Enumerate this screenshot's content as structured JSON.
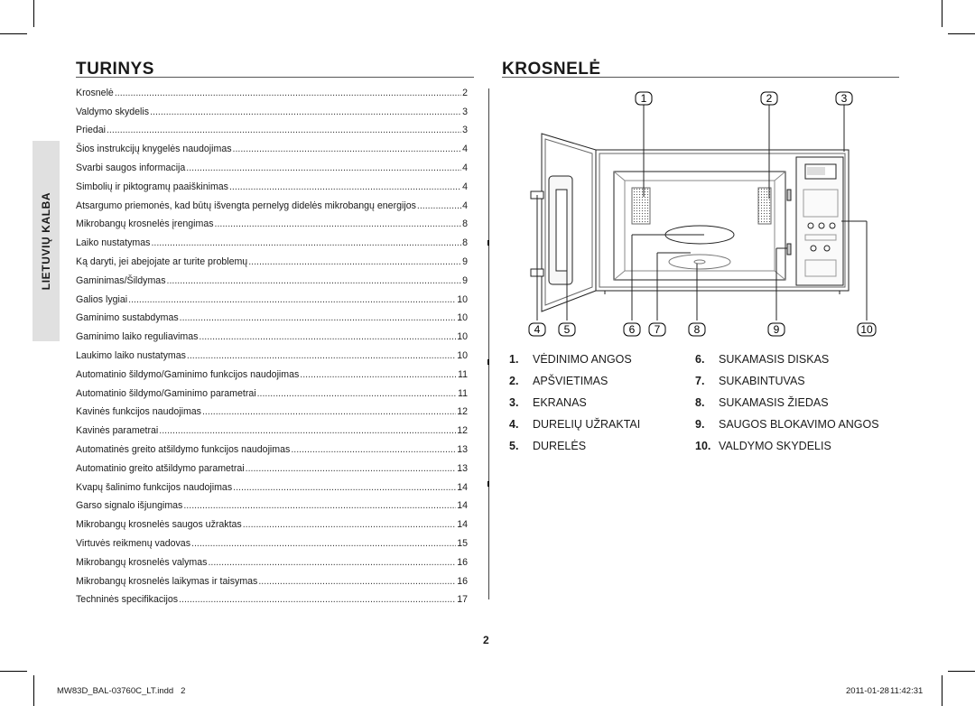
{
  "toc": {
    "title": "TURINYS",
    "items": [
      {
        "label": "Krosnelė",
        "page": "2"
      },
      {
        "label": "Valdymo skydelis",
        "page": "3"
      },
      {
        "label": "Priedai",
        "page": "3"
      },
      {
        "label": "Šios instrukcijų knygelės naudojimas",
        "page": "4"
      },
      {
        "label": "Svarbi saugos informacija",
        "page": "4"
      },
      {
        "label": "Simbolių ir piktogramų paaiškinimas",
        "page": "4"
      },
      {
        "label": "Atsargumo priemonės, kad būtų išvengta pernelyg didelės mikrobangų energijos",
        "page": "4"
      },
      {
        "label": "Mikrobangų krosnelės įrengimas",
        "page": "8"
      },
      {
        "label": "Laiko nustatymas",
        "page": "8"
      },
      {
        "label": "Ką daryti, jei abejojate ar turite problemų",
        "page": "9"
      },
      {
        "label": "Gaminimas/Šildymas",
        "page": "9"
      },
      {
        "label": "Galios lygiai",
        "page": "10"
      },
      {
        "label": "Gaminimo sustabdymas",
        "page": "10"
      },
      {
        "label": "Gaminimo laiko reguliavimas",
        "page": "10"
      },
      {
        "label": "Laukimo laiko nustatymas",
        "page": "10"
      },
      {
        "label": "Automatinio šildymo/Gaminimo funkcijos naudojimas",
        "page": "11"
      },
      {
        "label": "Automatinio šildymo/Gaminimo parametrai",
        "page": "11"
      },
      {
        "label": "Kavinės funkcijos naudojimas",
        "page": "12"
      },
      {
        "label": "Kavinės parametrai",
        "page": "12"
      },
      {
        "label": "Automatinės greito atšildymo funkcijos naudojimas",
        "page": "13"
      },
      {
        "label": "Automatinio greito atšildymo parametrai",
        "page": "13"
      },
      {
        "label": "Kvapų šalinimo funkcijos naudojimas",
        "page": "14"
      },
      {
        "label": "Garso signalo išjungimas",
        "page": "14"
      },
      {
        "label": "Mikrobangų krosnelės saugos užraktas",
        "page": "14"
      },
      {
        "label": "Virtuvės reikmenų vadovas",
        "page": "15"
      },
      {
        "label": "Mikrobangų krosnelės valymas",
        "page": "16"
      },
      {
        "label": "Mikrobangų krosnelės laikymas ir taisymas",
        "page": "16"
      },
      {
        "label": "Techninės specifikacijos",
        "page": "17"
      }
    ]
  },
  "language_tab": "LIETUVIŲ KALBA",
  "oven": {
    "title": "KROSNELĖ",
    "callouts": [
      "1",
      "2",
      "3",
      "4",
      "5",
      "6",
      "7",
      "8",
      "9",
      "10"
    ],
    "parts": [
      {
        "n": "1.",
        "label": "VĖDINIMO ANGOS"
      },
      {
        "n": "2.",
        "label": "APŠVIETIMAS"
      },
      {
        "n": "3.",
        "label": "EKRANAS"
      },
      {
        "n": "4.",
        "label": "DURELIŲ UŽRAKTAI"
      },
      {
        "n": "5.",
        "label": "DURELĖS"
      },
      {
        "n": "6.",
        "label": "SUKAMASIS DISKAS"
      },
      {
        "n": "7.",
        "label": "SUKABINTUVAS"
      },
      {
        "n": "8.",
        "label": "SUKAMASIS ŽIEDAS"
      },
      {
        "n": "9.",
        "label": "SAUGOS BLOKAVIMO ANGOS"
      },
      {
        "n": "10.",
        "label": "VALDYMO SKYDELIS"
      }
    ]
  },
  "page_number": "2",
  "footer": {
    "file": "MW83D_BAL-03760C_LT.indd   2",
    "date": "2011-01-28",
    "time": "11:42:31"
  }
}
